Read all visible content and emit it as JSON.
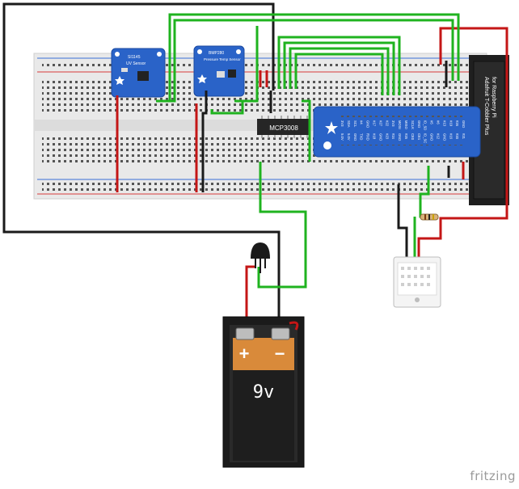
{
  "diagram": {
    "components": {
      "uv_sensor": {
        "part": "SI1145",
        "sub": "UV Sensor"
      },
      "pressure_sensor": {
        "part": "BMP280",
        "sub": "Pressure Temp Sensor"
      },
      "adc_chip": {
        "label": "MCP3008"
      },
      "cobbler": {
        "title_line1": "Adafruit T-Cobbler Plus",
        "title_line2": "for Raspberry Pi",
        "top_pins": [
          "3V3",
          "SDA",
          "SCL",
          "#4",
          "GND",
          "#17",
          "#27",
          "#22",
          "3V3",
          "MOSI",
          "MISO",
          "SCLK",
          "GND",
          "ID_SD",
          "#5",
          "#6",
          "#13",
          "#19",
          "#26",
          "GND"
        ],
        "bottom_pins": [
          "5.0V",
          "5.0V",
          "GND",
          "TXD",
          "RXD",
          "#18",
          "GND",
          "#23",
          "#24",
          "GND",
          "#25",
          "CE0",
          "CE1",
          "ID_SC",
          "GND",
          "#12",
          "GND",
          "#16",
          "#20",
          "#21"
        ]
      },
      "battery": {
        "plus": "+",
        "minus": "−",
        "voltage": "9v"
      }
    },
    "wire_colors": {
      "green": "#1fb31f",
      "black": "#1a1a1a",
      "red": "#c41616"
    },
    "watermark": "fritzing"
  }
}
